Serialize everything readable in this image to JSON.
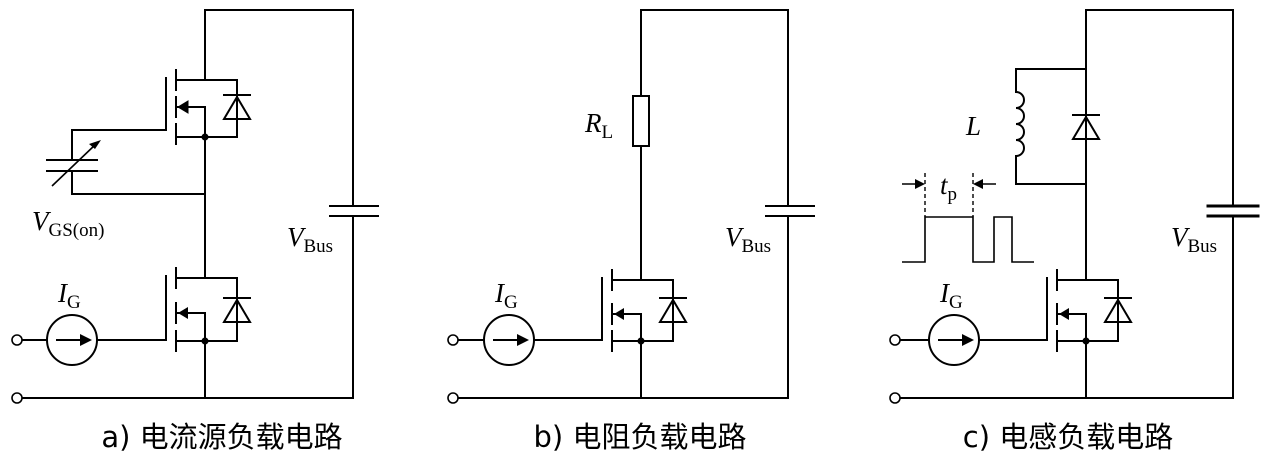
{
  "circuits": [
    {
      "caption": "a) 电流源负载电路",
      "labels": {
        "vgs_main": "V",
        "vgs_sub": "GS(on)",
        "bus_main": "V",
        "bus_sub": "Bus",
        "ig_main": "I",
        "ig_sub": "G"
      }
    },
    {
      "caption": "b) 电阻负载电路",
      "labels": {
        "rl_main": "R",
        "rl_sub": "L",
        "bus_main": "V",
        "bus_sub": "Bus",
        "ig_main": "I",
        "ig_sub": "G"
      }
    },
    {
      "caption": "c) 电感负载电路",
      "labels": {
        "l_main": "L",
        "tp_main": "t",
        "tp_sub": "p",
        "bus_main": "V",
        "bus_sub": "Bus",
        "ig_main": "I",
        "ig_sub": "G"
      }
    }
  ]
}
